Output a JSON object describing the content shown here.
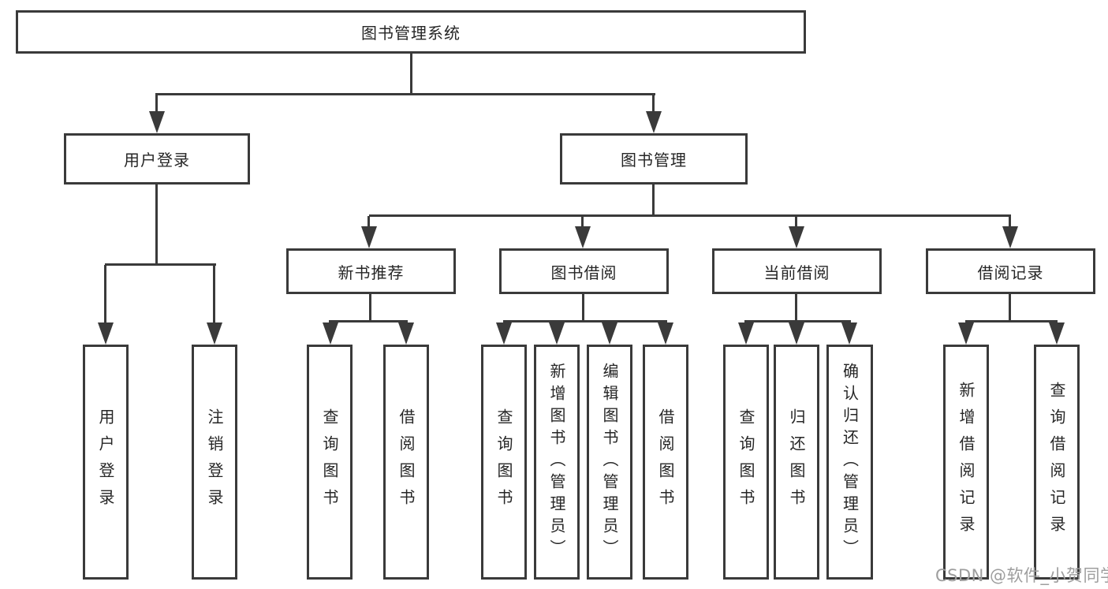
{
  "diagram_type": "hierarchy-tree",
  "tree": {
    "label": "图书管理系统",
    "children": [
      {
        "label": "用户登录",
        "children": [
          {
            "label": "用户登录"
          },
          {
            "label": "注销登录"
          }
        ]
      },
      {
        "label": "图书管理",
        "children": [
          {
            "label": "新书推荐",
            "children": [
              {
                "label": "查询图书"
              },
              {
                "label": "借阅图书"
              }
            ]
          },
          {
            "label": "图书借阅",
            "children": [
              {
                "label": "查询图书"
              },
              {
                "label": "新增图书（管理员）"
              },
              {
                "label": "编辑图书（管理员）"
              },
              {
                "label": "借阅图书"
              }
            ]
          },
          {
            "label": "当前借阅",
            "children": [
              {
                "label": "查询图书"
              },
              {
                "label": "归还图书"
              },
              {
                "label": "确认归还（管理员）"
              }
            ]
          },
          {
            "label": "借阅记录",
            "children": [
              {
                "label": "新增借阅记录"
              },
              {
                "label": "查询借阅记录"
              }
            ]
          }
        ]
      }
    ]
  },
  "watermark": {
    "text": "CSDN @软件_小贺同学"
  },
  "colors": {
    "line": "#3a3a3a",
    "text": "#262626",
    "background": "#ffffff",
    "watermark": "#9e9e9e"
  }
}
